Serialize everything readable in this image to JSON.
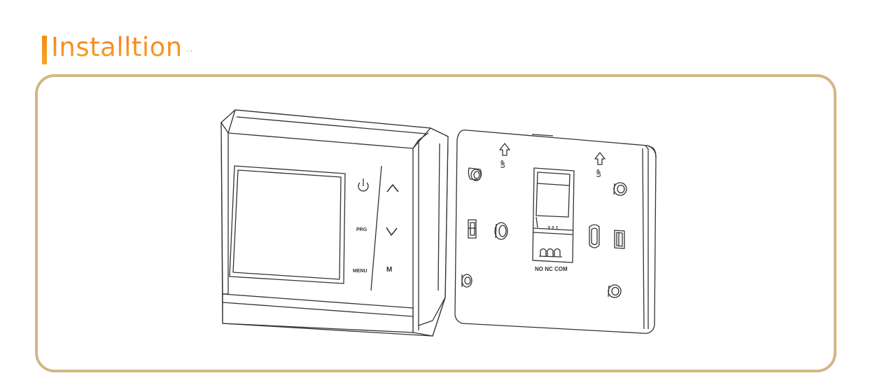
{
  "header": {
    "title": "Installtion"
  },
  "illustration": {
    "thermostat": {
      "buttons": {
        "power_icon": "power-icon",
        "up_icon": "chevron-up-icon",
        "down_icon": "chevron-down-icon",
        "prg_label": "PRG",
        "menu_label": "MENU",
        "m_label": "M"
      }
    },
    "back_plate": {
      "up_label_left": "UP",
      "up_label_right": "UP",
      "terminal_numbers": "3 2 1",
      "terminal_labels": "NO NC COM"
    }
  },
  "colors": {
    "accent_orange": "#f28c1b",
    "frame_border": "#d4b685",
    "line_art": "#333333"
  }
}
